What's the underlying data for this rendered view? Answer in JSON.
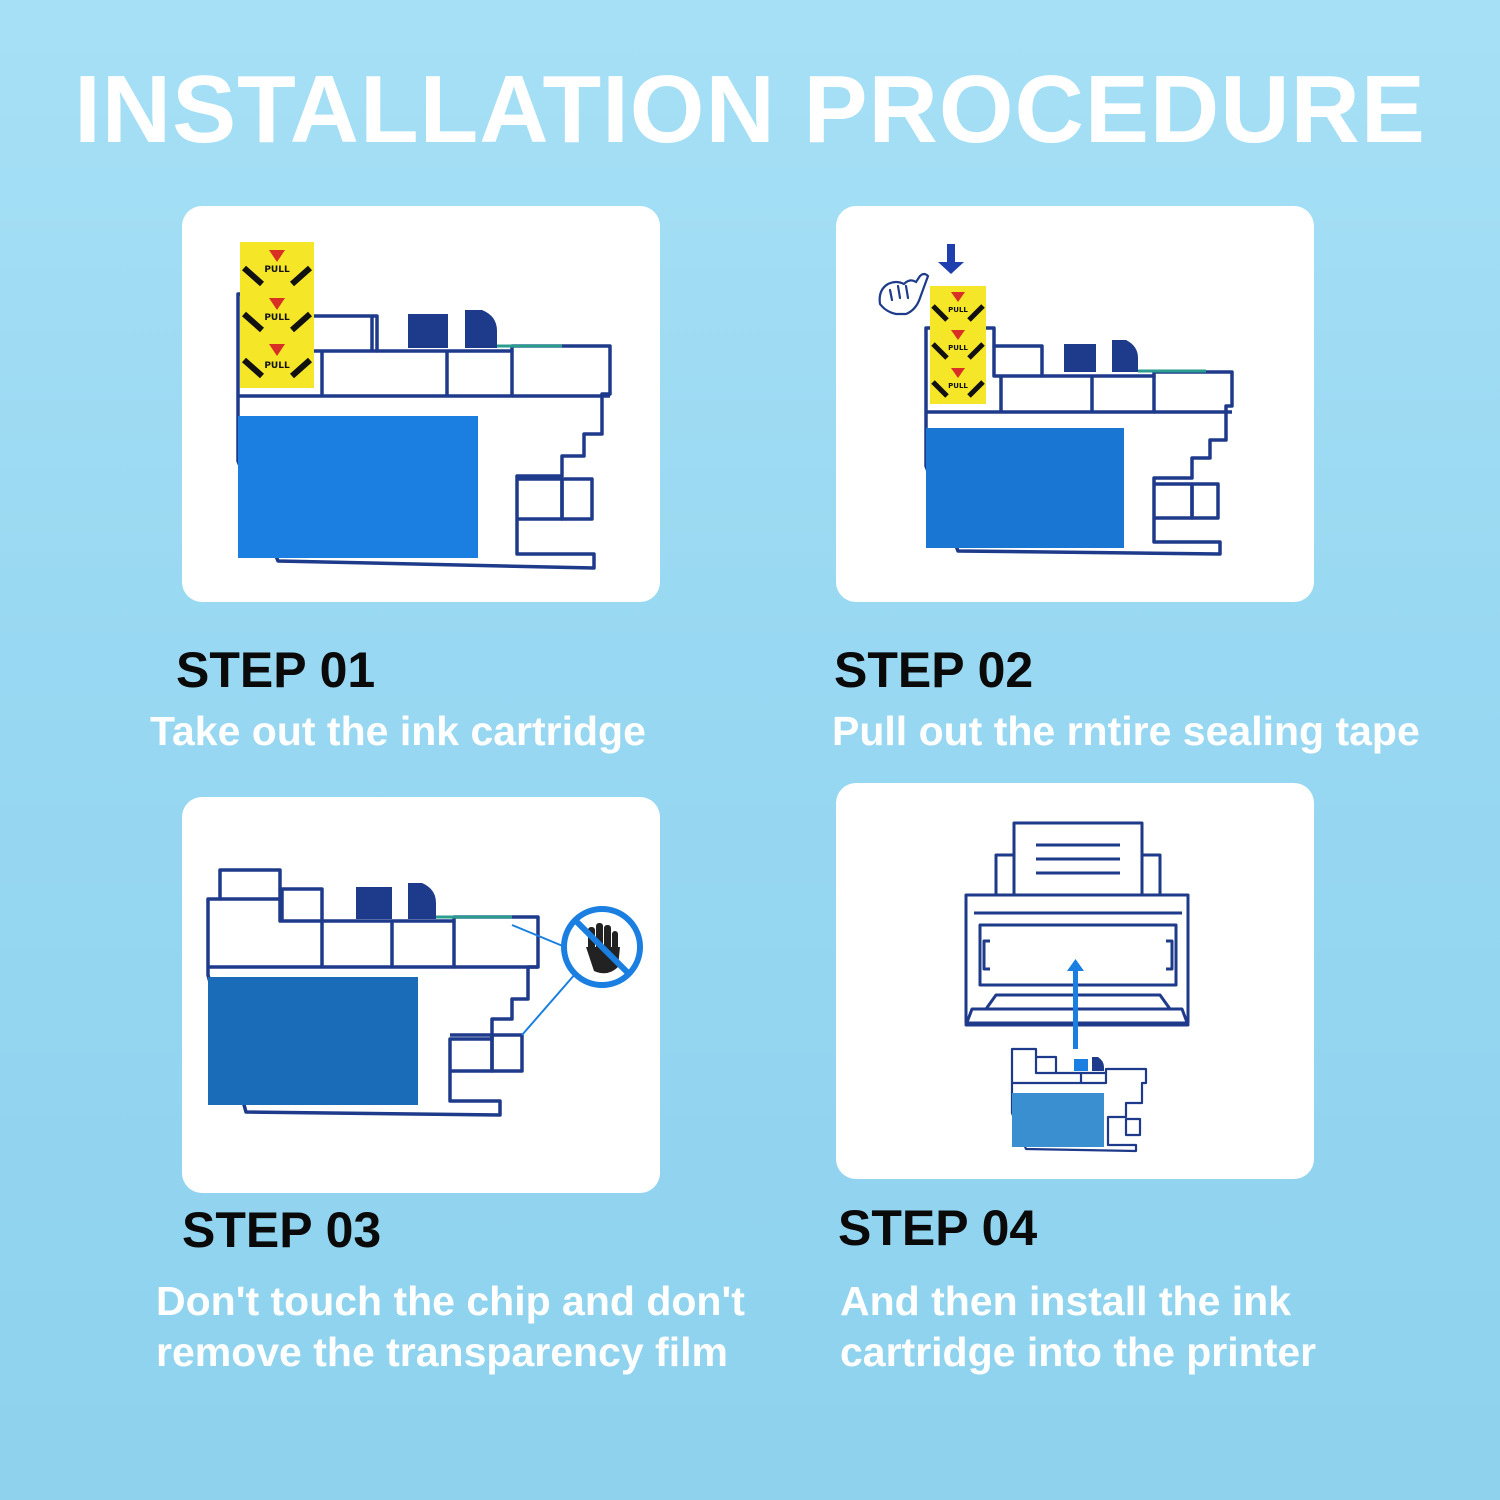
{
  "title": "INSTALLATION PROCEDURE",
  "steps": [
    {
      "heading": "STEP 01",
      "description": [
        "Take out the ink cartridge"
      ]
    },
    {
      "heading": "STEP 02",
      "description": [
        "Pull out the rntire sealing tape"
      ]
    },
    {
      "heading": "STEP 03",
      "description": [
        "Don't touch the chip and don't",
        "remove the transparency film"
      ]
    },
    {
      "heading": "STEP 04",
      "description": [
        "And then install the ink",
        "cartridge into the printer"
      ]
    }
  ],
  "tape_label": "PULL",
  "colors": {
    "background": "#9cdbf4",
    "title_text": "#ffffff",
    "heading_text": "#0a0a0a",
    "outline": "#1e3a8a",
    "ink_window": "#1a7fe0",
    "tape": "#f5e627",
    "arrow": "#1f3fae"
  }
}
